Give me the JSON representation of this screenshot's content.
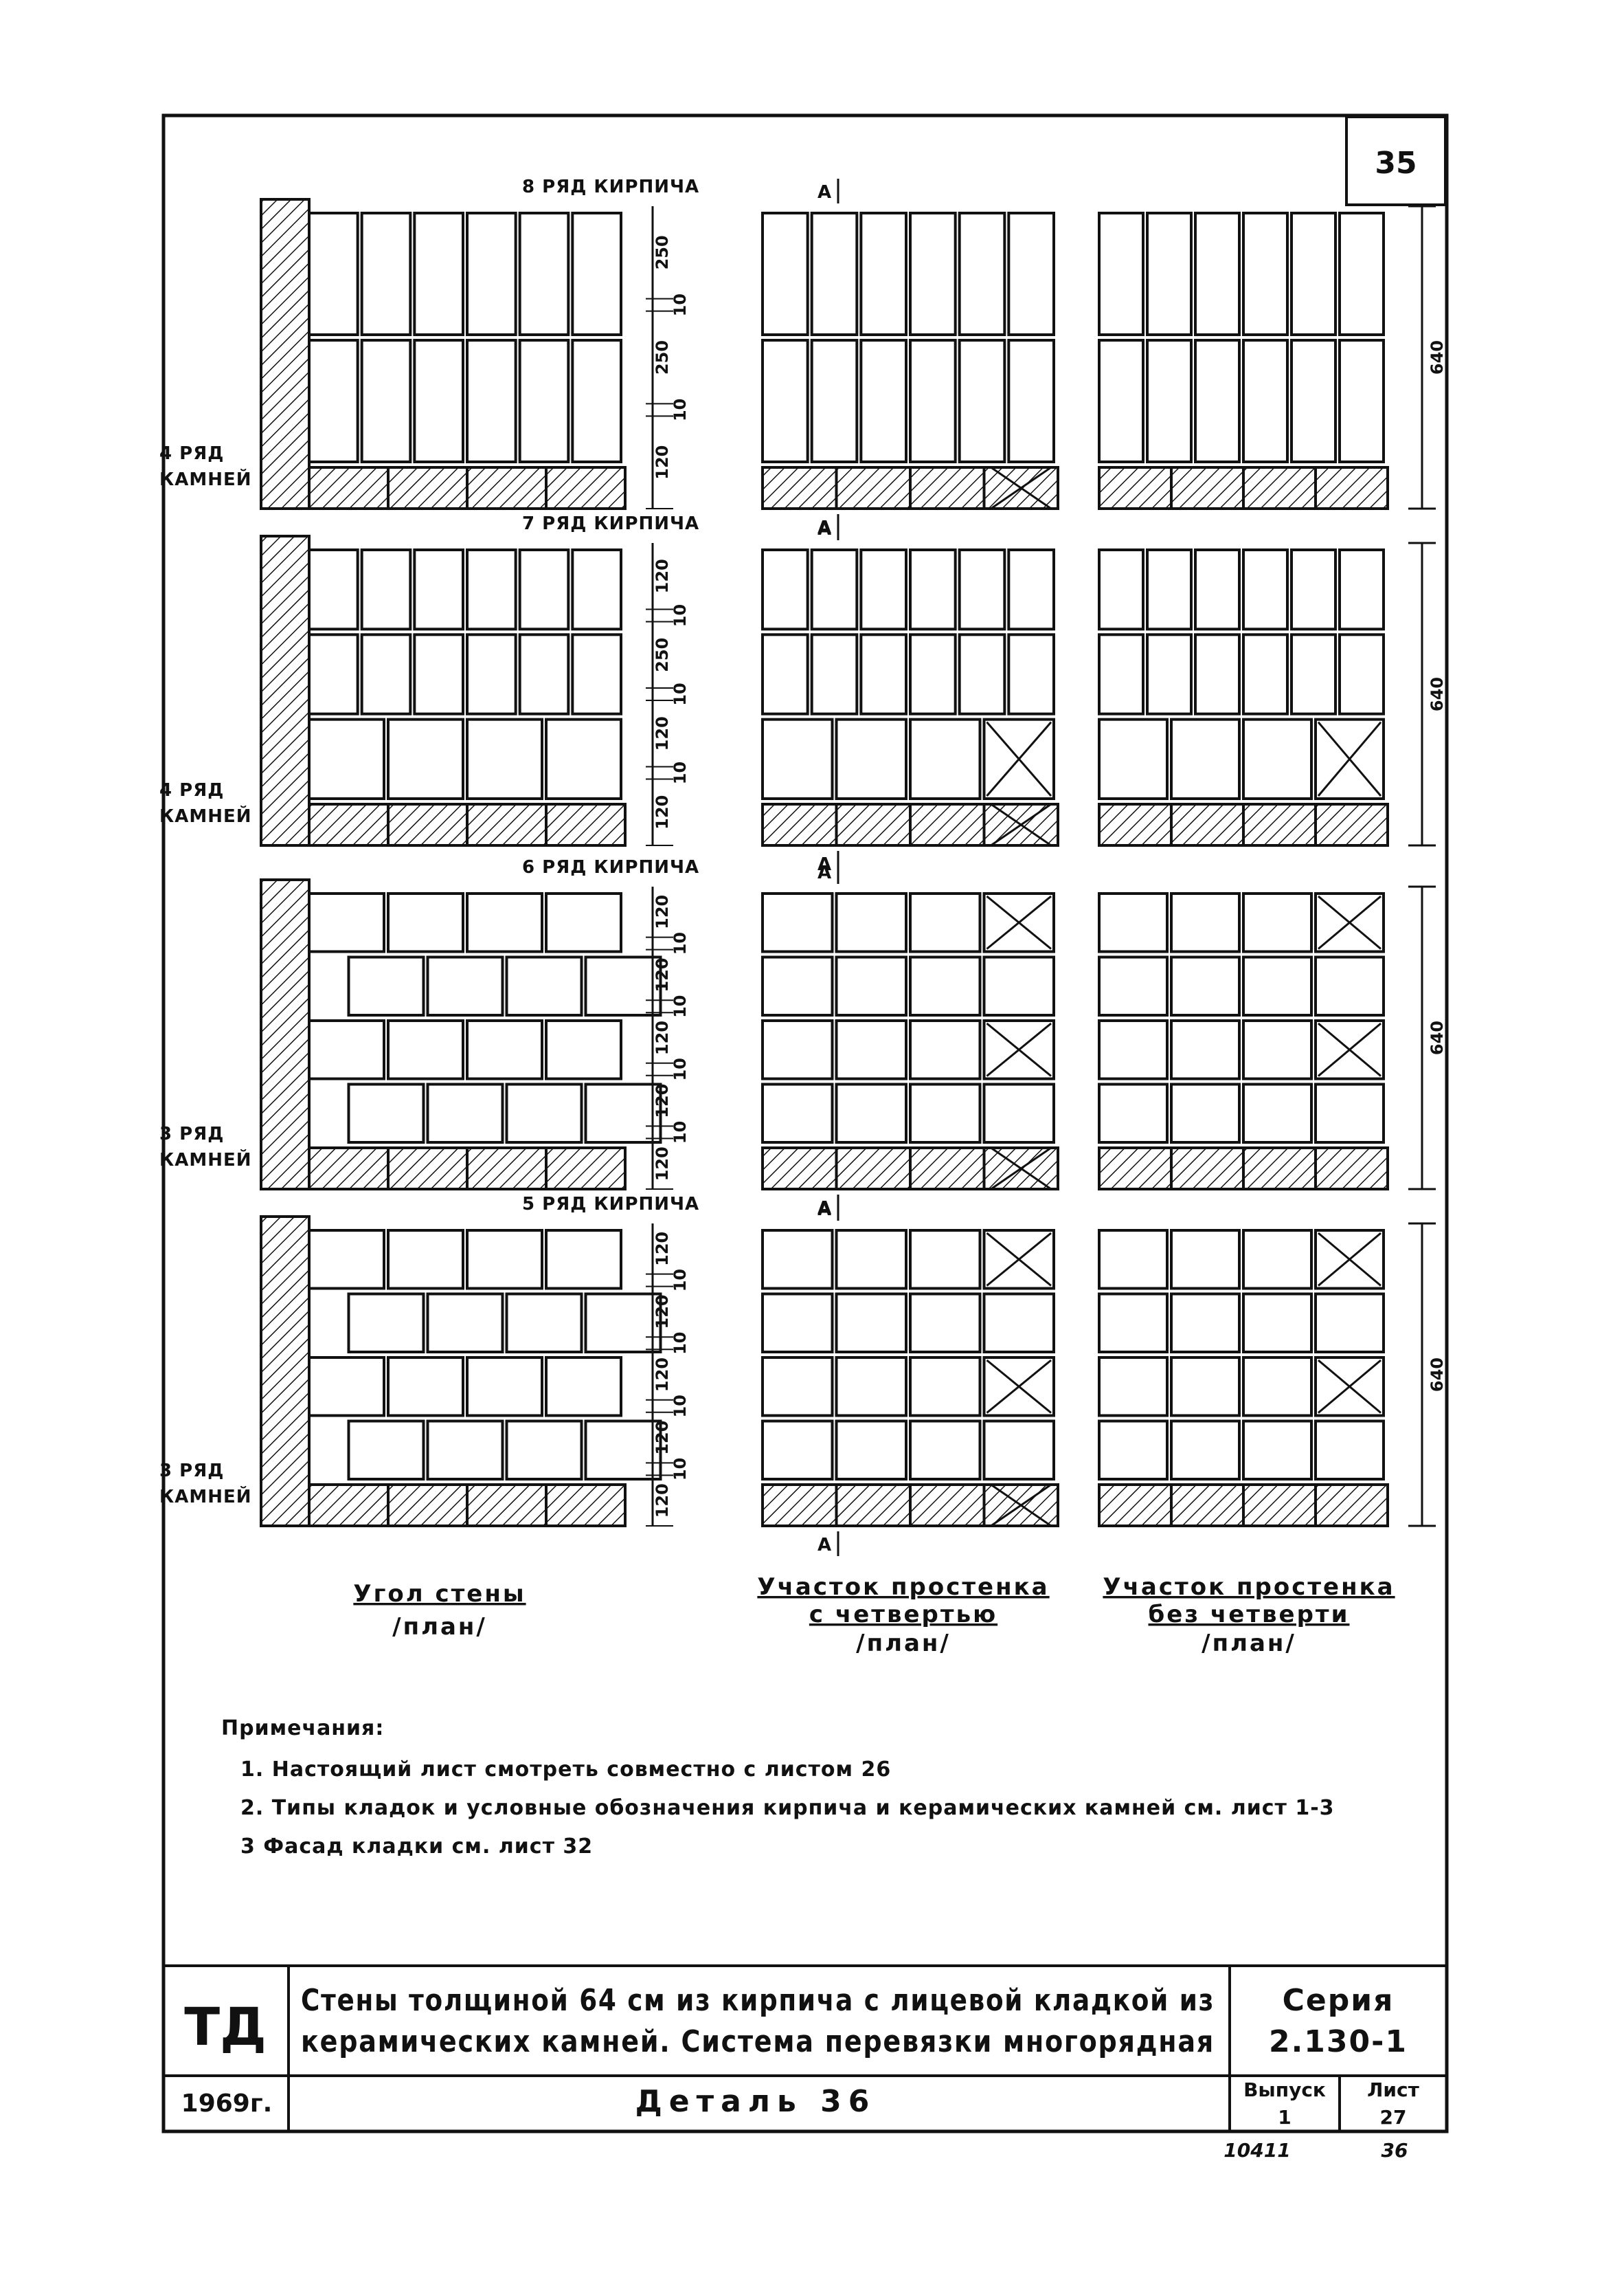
{
  "sheet_number": "35",
  "rows": [
    {
      "brick_row_label": "8 РЯД КИРПИЧА",
      "stone_row_label": [
        "4 РЯД",
        "КАМНЕЙ"
      ],
      "dims": [
        "250",
        "10",
        "250",
        "10",
        "120"
      ],
      "overall": "640"
    },
    {
      "brick_row_label": "7 РЯД КИРПИЧА",
      "stone_row_label": [
        "4 РЯД",
        "КАМНЕЙ"
      ],
      "dims": [
        "120",
        "10",
        "250",
        "10",
        "120",
        "10",
        "120"
      ],
      "overall": "640"
    },
    {
      "brick_row_label": "6 РЯД КИРПИЧА",
      "stone_row_label": [
        "3 РЯД",
        "КАМНЕЙ"
      ],
      "dims": [
        "120",
        "10",
        "120",
        "10",
        "120",
        "10",
        "120",
        "10",
        "120"
      ],
      "overall": "640"
    },
    {
      "brick_row_label": "5 РЯД КИРПИЧА",
      "stone_row_label": [
        "3 РЯД",
        "КАМНЕЙ"
      ],
      "dims": [
        "120",
        "10",
        "120",
        "10",
        "120",
        "10",
        "120",
        "10",
        "120"
      ],
      "overall": "640"
    }
  ],
  "section_mark": "А",
  "captions": {
    "corner": {
      "title": "Угол стены",
      "sub": "/план/"
    },
    "pier_quarter": {
      "title": "Участок простенка",
      "title2": "с четвертью",
      "sub": "/план/"
    },
    "pier_no_quarter": {
      "title": "Участок простенка",
      "title2": "без четверти",
      "sub": "/план/"
    }
  },
  "notes": {
    "heading": "Примечания:",
    "items": [
      "1. Настоящий лист смотреть совместно с листом 26",
      "2. Типы кладок и условные обозначения кирпича и керамических камней см. лист 1-3",
      "3 Фасад кладки см. лист 32"
    ]
  },
  "title_block": {
    "logo": "ТД",
    "title_line1": "Стены толщиной 64 см из кирпича с лицевой кладкой из",
    "title_line2": "керамических камней. Система перевязки многорядная",
    "series_label": "Серия",
    "series_value": "2.130-1",
    "year": "1969г.",
    "detail": "Деталь 36",
    "issue_label": "Выпуск",
    "issue_value": "1",
    "sheet_label": "Лист",
    "sheet_value": "27",
    "stamp_left": "10411",
    "stamp_right": "36"
  }
}
